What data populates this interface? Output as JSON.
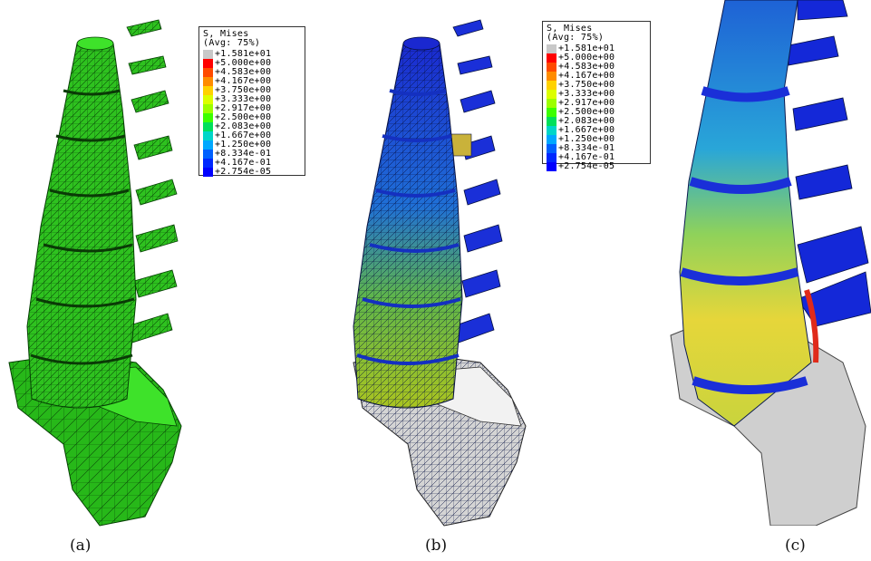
{
  "legend": {
    "title_line1": "S, Mises",
    "title_line2": "(Avg: 75%)",
    "values": [
      "+1.581e+01",
      "+5.000e+00",
      "+4.583e+00",
      "+4.167e+00",
      "+3.750e+00",
      "+3.333e+00",
      "+2.917e+00",
      "+2.500e+00",
      "+2.083e+00",
      "+1.667e+00",
      "+1.250e+00",
      "+8.334e-01",
      "+4.167e-01",
      "+2.754e-05"
    ],
    "colors": [
      "#c8c8c8",
      "#ff0000",
      "#ff4a00",
      "#ff8c00",
      "#ffd200",
      "#dcff00",
      "#9cff00",
      "#3cff00",
      "#00e05a",
      "#00d6c8",
      "#00a8ff",
      "#0060ff",
      "#0028ff",
      "#0000ff"
    ]
  },
  "captions": {
    "a": "(a)",
    "b": "(b)",
    "c": "(c)"
  },
  "colors": {
    "mesh_green": "#27c21b",
    "blue": "#1530d8",
    "grey": "#c7c7c7"
  }
}
